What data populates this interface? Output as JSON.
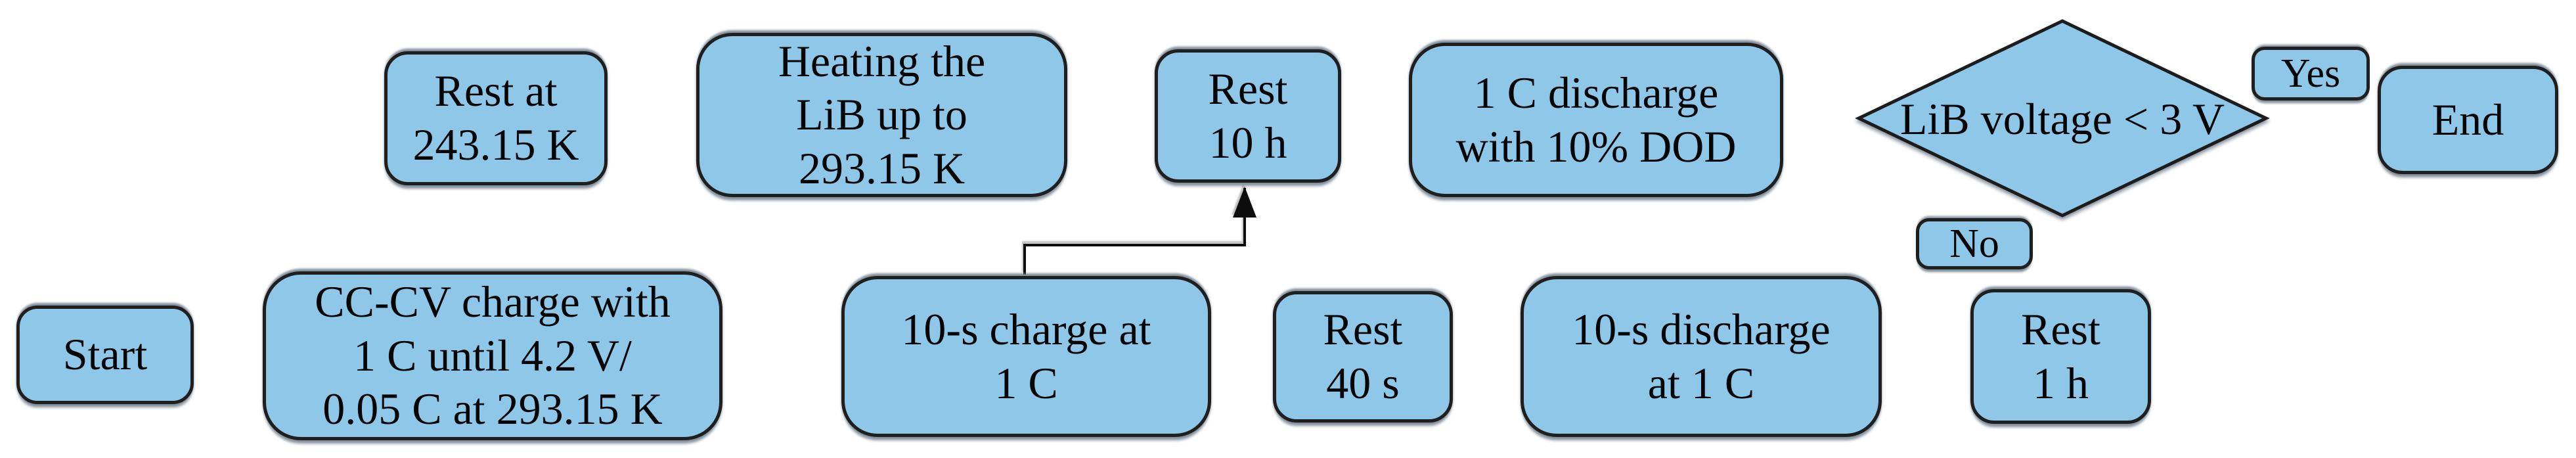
{
  "figure": {
    "type": "flowchart",
    "background": "#ffffff",
    "colors": {
      "node_fill": "#8fc7e9",
      "node_border": "#1f1f1f",
      "connector": "#111111",
      "text": "#050505",
      "shadow": "#6f7e8c"
    },
    "nodes": {
      "start": {
        "shape": "rounded-rect",
        "label": "Start"
      },
      "cccv_charge": {
        "shape": "rounded-rect",
        "label": "CC-CV charge with\n1 C until 4.2 V/\n0.05 C at 293.15 K"
      },
      "rest_243": {
        "shape": "rounded-rect",
        "label": "Rest at\n243.15 K"
      },
      "heating": {
        "shape": "rounded-rect",
        "label": "Heating the\nLiB up to\n293.15 K"
      },
      "rest_10h": {
        "shape": "rounded-rect",
        "label": "Rest\n10 h"
      },
      "discharge_dod": {
        "shape": "rounded-rect",
        "label": "1 C discharge\nwith 10% DOD"
      },
      "decision": {
        "shape": "diamond",
        "label": "LiB voltage < 3 V"
      },
      "yes_label": {
        "shape": "rounded-rect",
        "label": "Yes"
      },
      "no_label": {
        "shape": "rounded-rect",
        "label": "No"
      },
      "end": {
        "shape": "rounded-rect",
        "label": "End"
      },
      "rest_1h": {
        "shape": "rounded-rect",
        "label": "Rest\n1 h"
      },
      "discharge_10s": {
        "shape": "rounded-rect",
        "label": "10-s discharge\nat 1 C"
      },
      "rest_40s": {
        "shape": "rounded-rect",
        "label": "Rest\n40 s"
      },
      "charge_10s": {
        "shape": "rounded-rect",
        "label": "10-s charge at\n1 C"
      }
    },
    "edges": [
      {
        "from": "start",
        "to": "cccv_charge"
      },
      {
        "from": "cccv_charge",
        "to": "rest_243"
      },
      {
        "from": "rest_243",
        "to": "heating"
      },
      {
        "from": "heating",
        "to": "rest_10h"
      },
      {
        "from": "rest_10h",
        "to": "discharge_dod"
      },
      {
        "from": "discharge_dod",
        "to": "decision"
      },
      {
        "from": "decision",
        "to": "end",
        "label": "Yes"
      },
      {
        "from": "decision",
        "to": "rest_1h",
        "label": "No"
      },
      {
        "from": "rest_1h",
        "to": "discharge_10s"
      },
      {
        "from": "discharge_10s",
        "to": "rest_40s"
      },
      {
        "from": "rest_40s",
        "to": "charge_10s"
      },
      {
        "from": "charge_10s",
        "to": "rest_10h"
      }
    ]
  }
}
